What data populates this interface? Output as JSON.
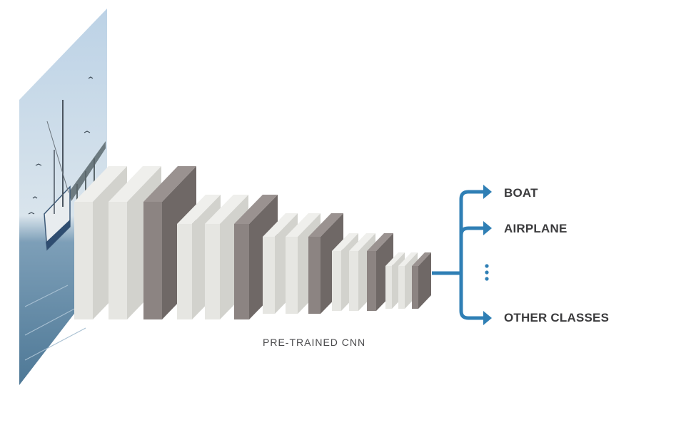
{
  "diagram": {
    "network_label": "PRE-TRAINED CNN",
    "classes": [
      "BOAT",
      "AIRPLANE",
      "OTHER CLASSES"
    ],
    "ellipsis": "⋮"
  },
  "colors": {
    "light_layer_front": "#e6e6e2",
    "light_layer_side": "#d2d2cd",
    "dark_layer_front": "#8c8482",
    "dark_layer_side": "#6f6866",
    "arrow": "#2f7fb5",
    "text": "#3b3b3d"
  },
  "icons": {
    "input_image": "seascape-with-boat-image",
    "ellipsis": "vertical-ellipsis-icon"
  }
}
